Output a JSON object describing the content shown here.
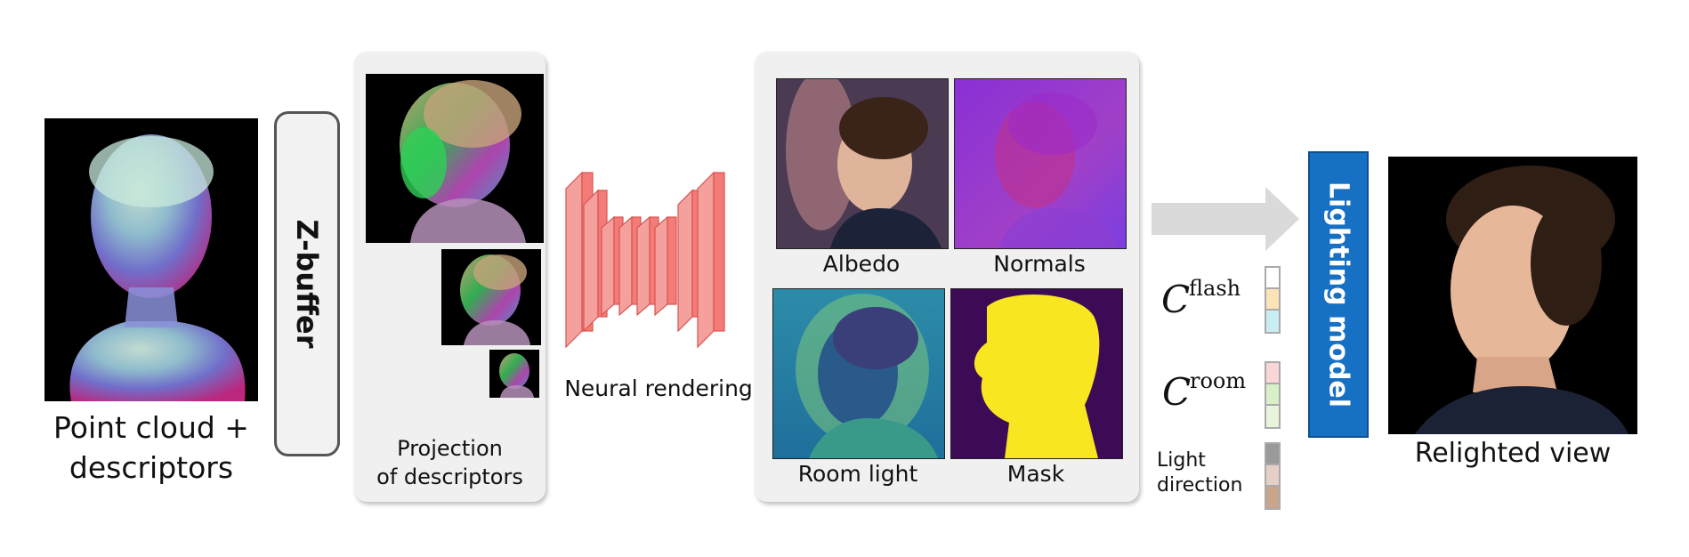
{
  "point_cloud": {
    "caption_line1": "Point cloud +",
    "caption_line2": "descriptors"
  },
  "zbuffer": {
    "label": "Z-buffer"
  },
  "projection": {
    "caption_line1": "Projection",
    "caption_line2": "of descriptors"
  },
  "neural": {
    "caption": "Neural rendering"
  },
  "maps": {
    "albedo": "Albedo",
    "normals": "Normals",
    "room_light": "Room light",
    "mask": "Mask"
  },
  "params": {
    "c_letter": "C",
    "flash_sup": "flash",
    "room_sup": "room",
    "light_dir_line1": "Light",
    "light_dir_line2": "direction"
  },
  "lighting_model": {
    "label": "Lighting model"
  },
  "output": {
    "caption": "Relighted view"
  },
  "colors": {
    "lighting_box": "#1670c4",
    "network": "#f47c78",
    "panel_bg": "#f0f0f0",
    "arrow": "#dadada"
  },
  "icons": [
    "point-cloud-bust",
    "z-buffer-box",
    "neural-network-stack",
    "arrow-right",
    "lighting-model-box"
  ]
}
